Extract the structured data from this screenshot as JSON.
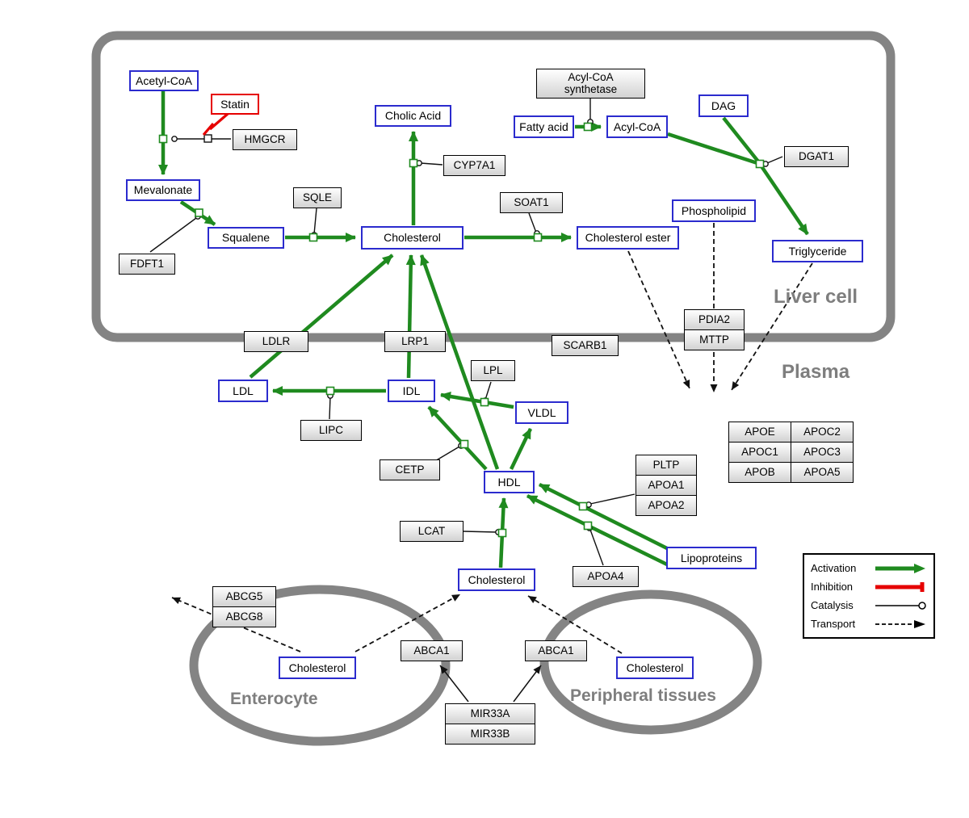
{
  "diagram": {
    "regions": {
      "liver_cell": "Liver cell",
      "plasma": "Plasma",
      "enterocyte": "Enterocyte",
      "peripheral_tissues": "Peripheral tissues"
    },
    "metabolites": {
      "acetyl_coa": "Acetyl-CoA",
      "mevalonate": "Mevalonate",
      "squalene": "Squalene",
      "cholesterol_liver": "Cholesterol",
      "cholic_acid": "Cholic Acid",
      "cholesterol_ester": "Cholesterol ester",
      "fatty_acid": "Fatty acid",
      "acyl_coa": "Acyl-CoA",
      "dag": "DAG",
      "phospholipid": "Phospholipid",
      "triglyceride": "Triglyceride",
      "ldl": "LDL",
      "idl": "IDL",
      "vldl": "VLDL",
      "hdl": "HDL",
      "lipoproteins": "Lipoproteins",
      "cholesterol_plasma": "Cholesterol",
      "cholesterol_enterocyte": "Cholesterol",
      "cholesterol_peripheral": "Cholesterol"
    },
    "drugs": {
      "statin": "Statin"
    },
    "genes": {
      "hmgcr": "HMGCR",
      "fdft1": "FDFT1",
      "sqle": "SQLE",
      "cyp7a1": "CYP7A1",
      "soat1": "SOAT1",
      "acyl_coa_synthetase_line1": "Acyl-CoA",
      "acyl_coa_synthetase_line2": "synthetase",
      "dgat1": "DGAT1",
      "ldlr": "LDLR",
      "lrp1": "LRP1",
      "scarb1": "SCARB1",
      "pdia2": "PDIA2",
      "mttp": "MTTP",
      "lipc": "LIPC",
      "lpl": "LPL",
      "cetp": "CETP",
      "lcat": "LCAT",
      "pltp": "PLTP",
      "apoa1": "APOA1",
      "apoa2": "APOA2",
      "apoa4": "APOA4",
      "apoe": "APOE",
      "apoc2": "APOC2",
      "apoc1": "APOC1",
      "apoc3": "APOC3",
      "apob": "APOB",
      "apoa5": "APOA5",
      "abcg5": "ABCG5",
      "abcg8": "ABCG8",
      "abca1_left": "ABCA1",
      "abca1_right": "ABCA1",
      "mir33a": "MIR33A",
      "mir33b": "MIR33B"
    },
    "legend": {
      "activation": "Activation",
      "inhibition": "Inhibition",
      "catalysis": "Catalysis",
      "transport": "Transport"
    },
    "colors": {
      "activation_green": "#1f8a1f",
      "inhibition_red": "#e60000",
      "metabolite_blue": "#2b2bce",
      "membrane_gray": "#848484"
    }
  }
}
